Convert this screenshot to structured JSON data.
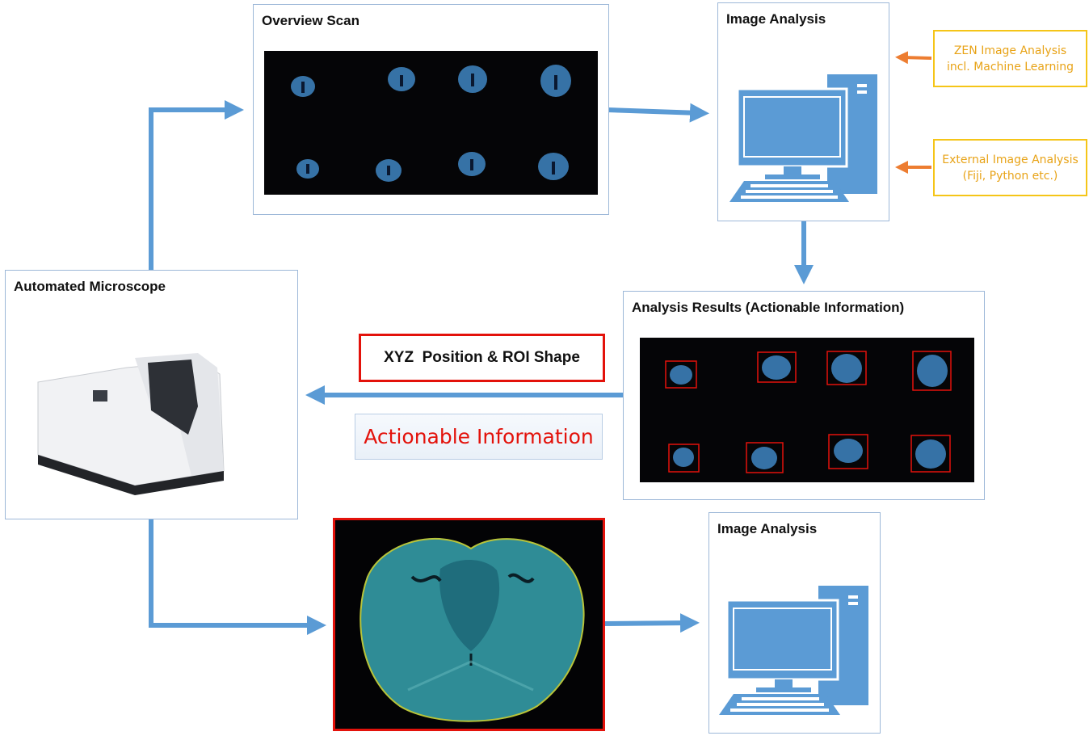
{
  "overview": {
    "title": "Overview Scan"
  },
  "analysis_top": {
    "title": "Image Analysis"
  },
  "analysis_bottom": {
    "title": "Image Analysis"
  },
  "results": {
    "title": "Analysis Results (Actionable Information)"
  },
  "microscope": {
    "title": "Automated Microscope"
  },
  "zen_box": {
    "line1": "ZEN Image Analysis",
    "line2": "incl. Machine Learning"
  },
  "external_box": {
    "line1": "External Image Analysis",
    "line2": "(Fiji, Python etc.)"
  },
  "xyz_label": "XYZ  Position & ROI Shape",
  "actionable_label": "Actionable Information",
  "colors": {
    "arrow_blue": "#5b9bd5",
    "arrow_orange": "#ed7d31",
    "red": "#e3120b",
    "yellow": "#f5c518",
    "computer": "#5b9bd5"
  }
}
